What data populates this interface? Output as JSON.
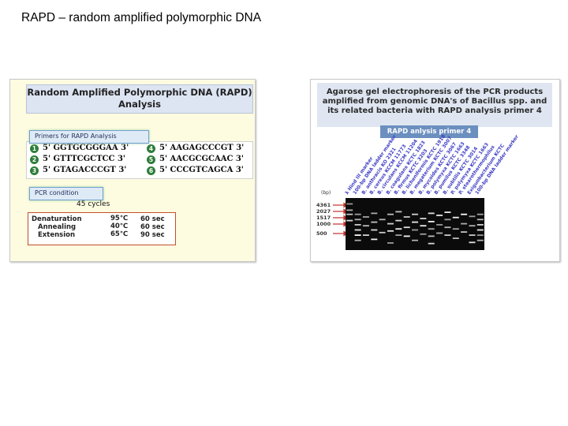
{
  "slide_title": "RAPD – random amplified polymorphic DNA",
  "left_panel": {
    "heading_line1": "Random Amplified Polymorphic DNA (RAPD)",
    "heading_line2": "Analysis",
    "primers_tab": "Primers for RAPD Analysis",
    "primers": [
      {
        "num": "1",
        "seq": "5' GGTGCGGGAA 3'"
      },
      {
        "num": "2",
        "seq": "5' GTTTCGCTCC 3'"
      },
      {
        "num": "3",
        "seq": "5' GTAGACCCGT 3'"
      },
      {
        "num": "4",
        "seq": "5' AAGAGCCCGT 3'"
      },
      {
        "num": "5",
        "seq": "5' AACGCGCAAC 3'"
      },
      {
        "num": "6",
        "seq": "5' CCCGTCAGCA 3'"
      }
    ],
    "pcr_tab": "PCR condition",
    "cycles": "45 cycles",
    "steps": [
      {
        "name": "Denaturation",
        "temp": "95℃",
        "time": "60 sec"
      },
      {
        "name": "Annealing",
        "temp": "40℃",
        "time": "60 sec"
      },
      {
        "name": "Extension",
        "temp": "65℃",
        "time": "90 sec"
      }
    ],
    "colors": {
      "accent_green": "#2e7d3a",
      "box_border": "#c0502a",
      "panel_bg": "#fdfbe0"
    }
  },
  "right_panel": {
    "heading_line1": "Agarose gel electrophoresis of the PCR products",
    "heading_line2": "amplified from genomic DNA's of Bacillus spp. and",
    "heading_line3": "its related bacteria with RAPD analysis primer 4",
    "sub_label": "RAPD anlysis primer 4",
    "bp_unit": "(bp)",
    "markers": [
      "4361",
      "2027",
      "1517",
      "1000",
      "500"
    ],
    "lane_labels": [
      "λ Hind III marker",
      "100-bp DNA ladder marker",
      "B. anthracis KO 2321",
      "B. cereus KCCM 11773",
      "B. circulans KCCM 11204",
      "B. coagulans KCTC 1823",
      "B. firmus KCTC 3203",
      "B. licheniformis KCTC 1918",
      "B. megaterium KCTC 3007",
      "B. mycoides KCTC 3067",
      "B. polymyxa KCTC 1663",
      "B. pumilus KCTC 3348",
      "B. subtilis KCTC 3014",
      "P. polymyxa KCTC 1663",
      "P. stearothermophilus",
      "Exiguobacterium KCTC",
      "100-bp DNA ladder marker"
    ],
    "gel_bands": [
      [
        0.1,
        0.22,
        0.3,
        0.42
      ],
      [
        0.3,
        0.4,
        0.5,
        0.6,
        0.7,
        0.8
      ],
      [
        0.35,
        0.52,
        0.7
      ],
      [
        0.28,
        0.45,
        0.6,
        0.78
      ],
      [
        0.4,
        0.65
      ],
      [
        0.3,
        0.48,
        0.62,
        0.85
      ],
      [
        0.25,
        0.42,
        0.58,
        0.7
      ],
      [
        0.35,
        0.55,
        0.72
      ],
      [
        0.3,
        0.45,
        0.6,
        0.8
      ],
      [
        0.38,
        0.52,
        0.68
      ],
      [
        0.28,
        0.44,
        0.58,
        0.72,
        0.86
      ],
      [
        0.32,
        0.5,
        0.66
      ],
      [
        0.26,
        0.4,
        0.55,
        0.7
      ],
      [
        0.36,
        0.58,
        0.76
      ],
      [
        0.3,
        0.48,
        0.64
      ],
      [
        0.34,
        0.52,
        0.7,
        0.84
      ],
      [
        0.3,
        0.4,
        0.5,
        0.6,
        0.7,
        0.8
      ]
    ],
    "colors": {
      "label_bg": "#6b8fbf",
      "lane_label": "#3b3bc4",
      "marker_arrow": "#c0302a"
    }
  }
}
